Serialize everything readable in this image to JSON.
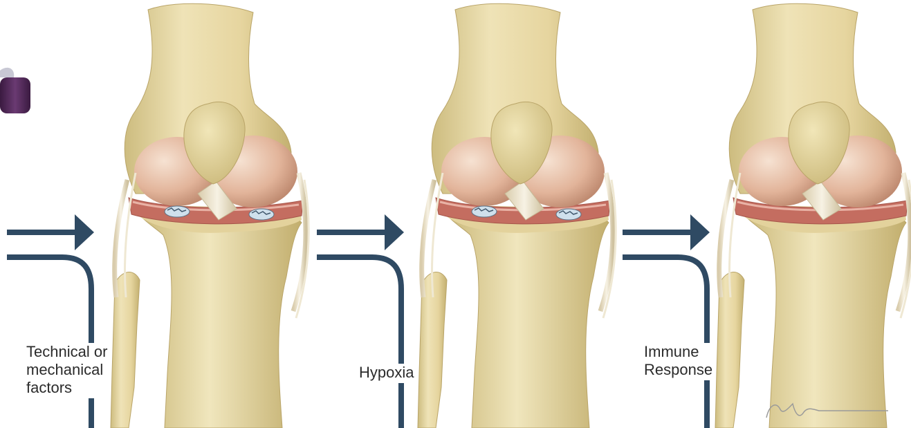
{
  "stages": [
    {
      "label": "Technical or\nmechanical\nfactors",
      "show_cement_debris": true
    },
    {
      "label": "Hypoxia",
      "show_cement_debris": true
    },
    {
      "label": "Immune\nResponse",
      "show_cement_debris": false
    }
  ],
  "colors": {
    "bone": "#eadcaa",
    "bone_shadow": "#cdbc7f",
    "cartilage": "#e9c4ad",
    "meniscus": "#c46d60",
    "arrow": "#2f4a63",
    "debris": "#cfe0ec"
  },
  "icons": [
    "arrow-right-icon",
    "implant-fragment-icon",
    "artist-signature"
  ]
}
